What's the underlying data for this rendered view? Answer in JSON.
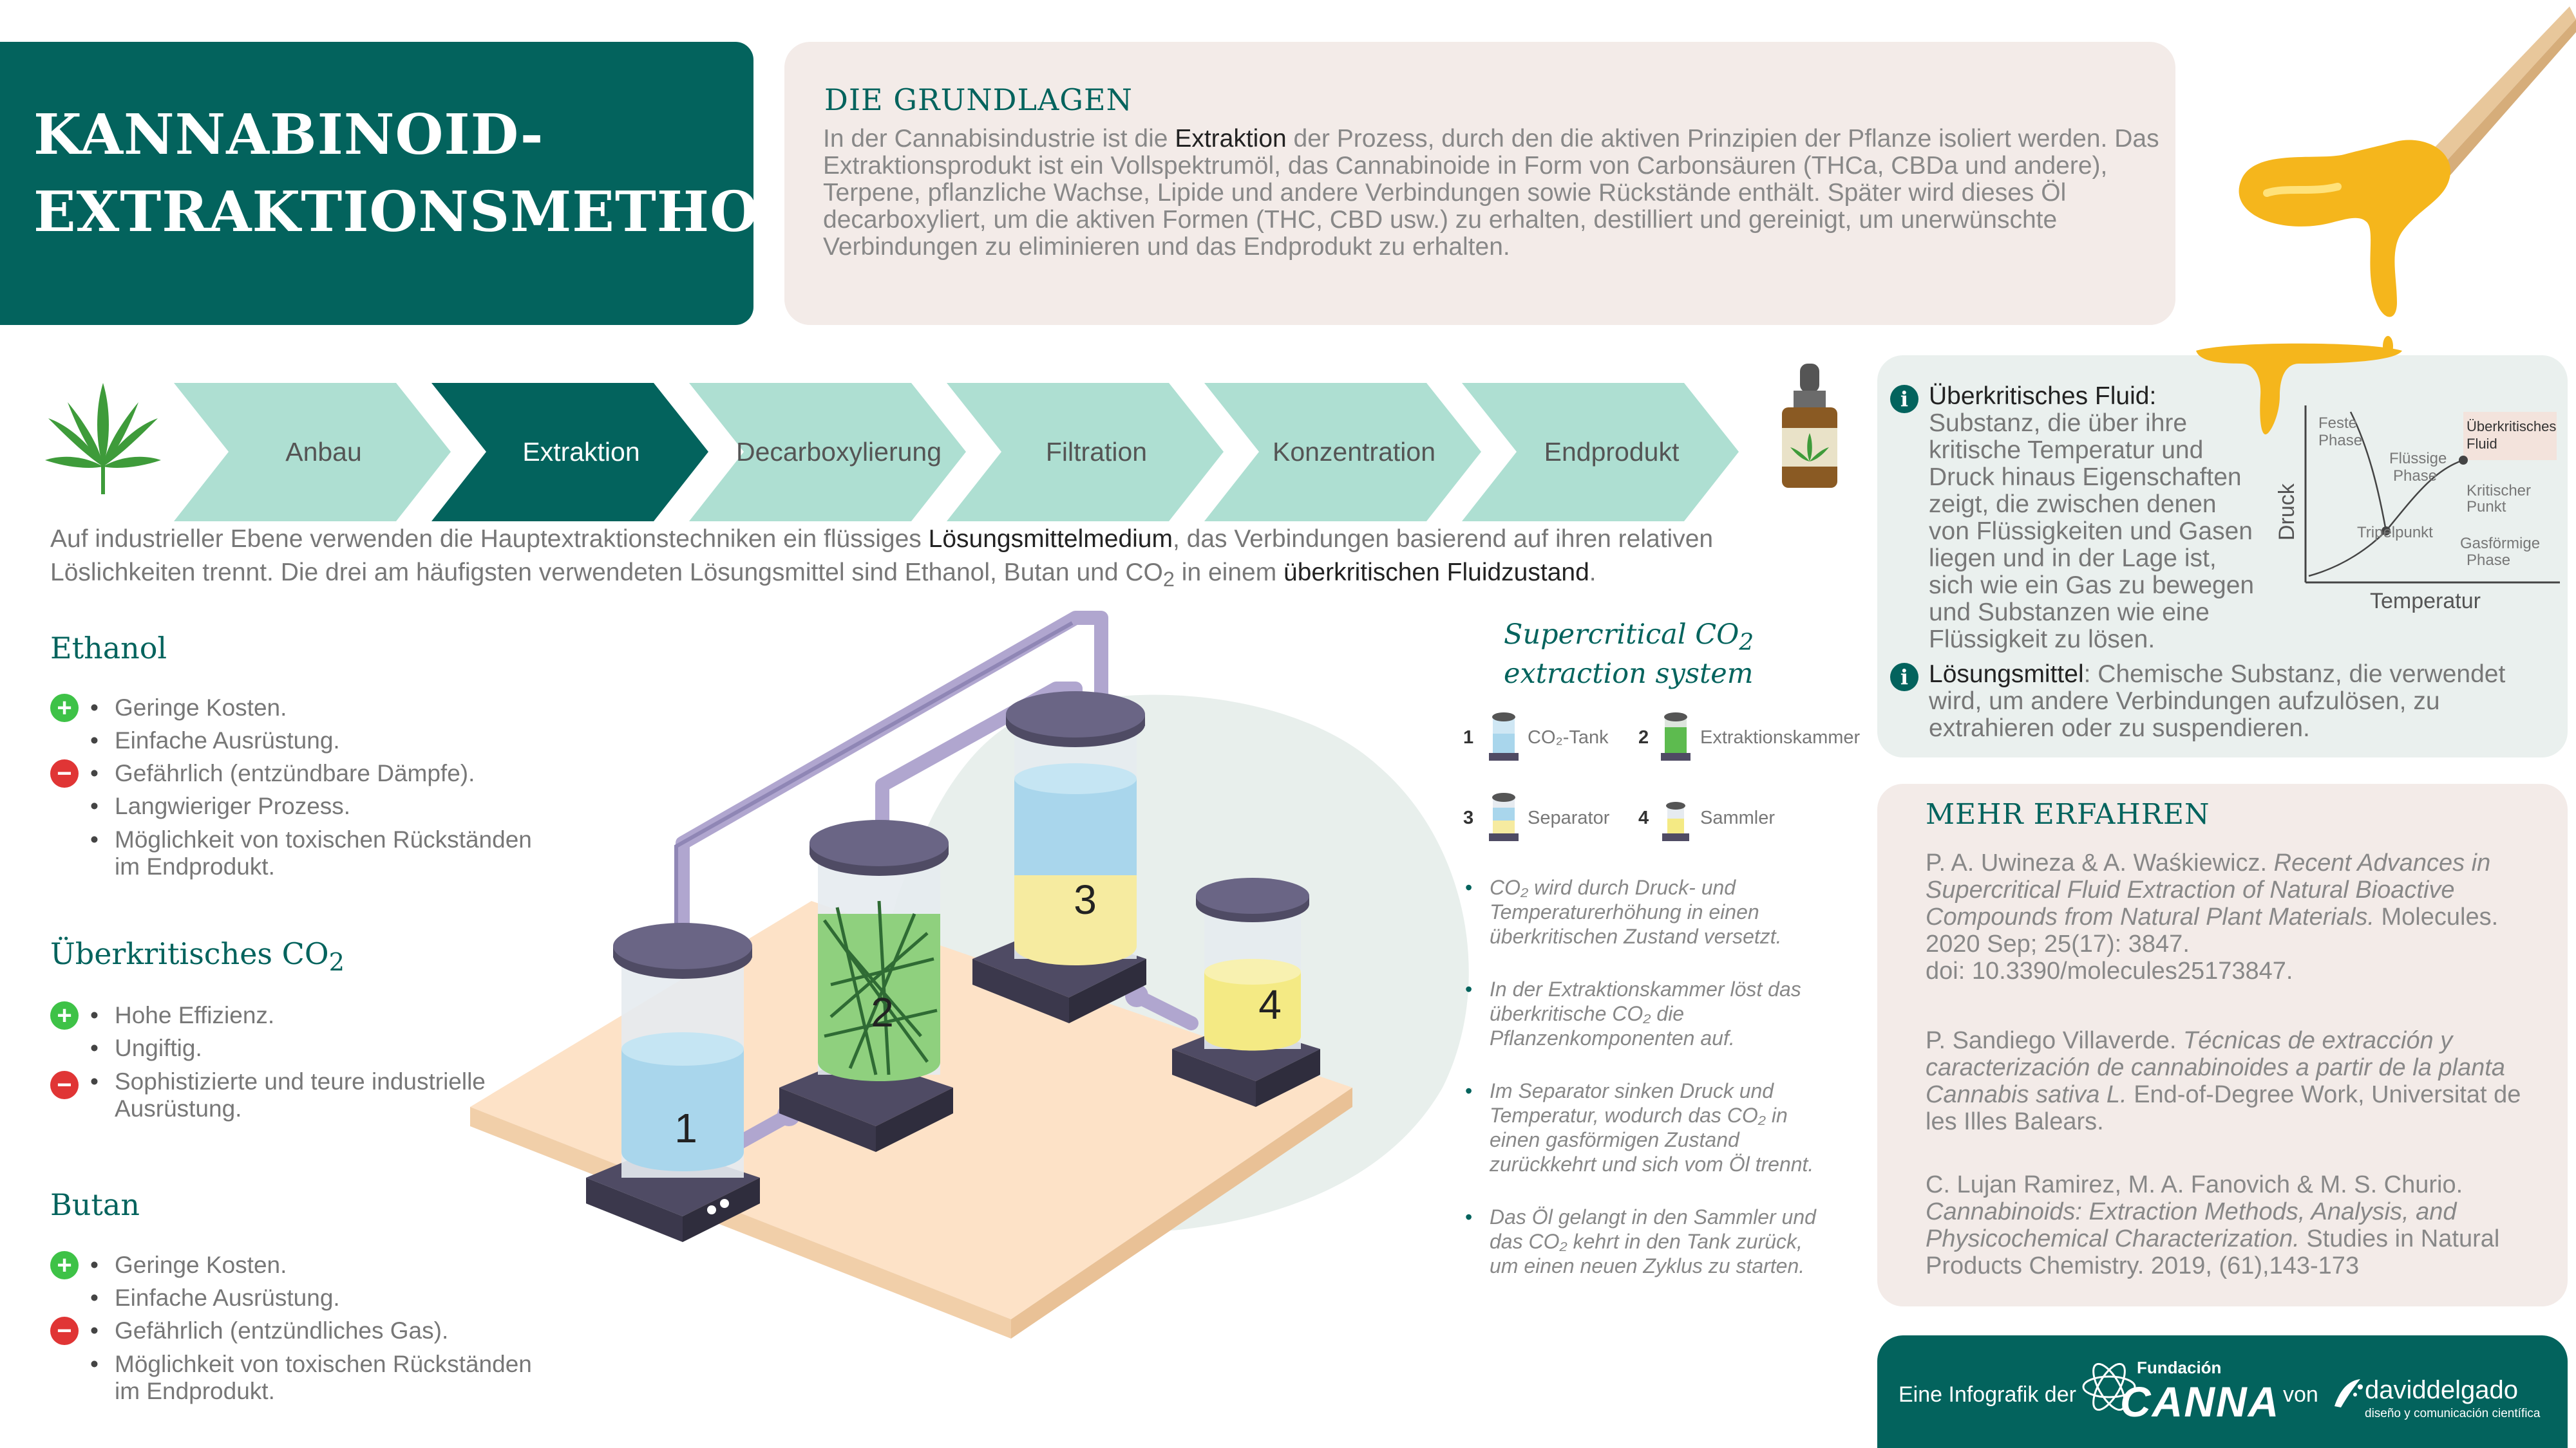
{
  "title": {
    "line1": "KANNABINOID-",
    "line2": "EXTRAKTIONSMETHODEN"
  },
  "basics": {
    "heading": "DIE GRUNDLAGEN",
    "text_before": "In der Cannabisindustrie ist die ",
    "text_bold": "Extraktion",
    "text_after": " der Prozess, durch den die aktiven Prinzipien der Pflanze isoliert werden. Das Extraktionsprodukt ist ein Vollspektrumöl, das Cannabinoide in Form von Carbonsäuren (THCa, CBDa und andere), Terpene, pflanzliche Wachse, Lipide und andere Verbindungen sowie Rückstände enthält. Später wird dieses Öl decarboxyliert, um die aktiven Formen (THC, CBD usw.) zu erhalten, destilliert und gereinigt, um unerwünschte Verbindungen zu eliminieren und das Endprodukt zu erhalten."
  },
  "process_steps": [
    {
      "label": "Anbau",
      "active": false
    },
    {
      "label": "Extraktion",
      "active": true
    },
    {
      "label": "Decarboxylierung",
      "active": false
    },
    {
      "label": "Filtration",
      "active": false
    },
    {
      "label": "Konzentration",
      "active": false
    },
    {
      "label": "Endprodukt",
      "active": false
    }
  ],
  "intro": {
    "p1": "Auf industrieller Ebene verwenden die Hauptextraktionstechniken ein flüssiges ",
    "b1": "Lösungsmittelmedium",
    "p2": ", das Verbindungen basierend auf ihren relativen Löslichkeiten trennt. Die drei am häufigsten verwendeten Lösungsmittel sind Ethanol, Butan und CO",
    "sub": "2",
    "p3": " in einem ",
    "b2": "überkritischen Fluidzustand",
    "p4": "."
  },
  "methods": {
    "ethanol": {
      "title": "Ethanol",
      "items": [
        {
          "badge": "plus",
          "text": "Geringe Kosten."
        },
        {
          "badge": "",
          "text": "Einfache Ausrüstung."
        },
        {
          "badge": "minus",
          "text": "Gefährlich (entzündbare Dämpfe)."
        },
        {
          "badge": "",
          "text": "Langwieriger Prozess."
        },
        {
          "badge": "",
          "text": "Möglichkeit von toxischen Rückständen im Endprodukt."
        }
      ]
    },
    "co2": {
      "title": "Überkritisches CO",
      "title_sub": "2",
      "items": [
        {
          "badge": "plus",
          "text": "Hohe Effizienz."
        },
        {
          "badge": "",
          "text": "Ungiftig."
        },
        {
          "badge": "minus",
          "text": "Sophistizierte und teure industrielle Ausrüstung."
        }
      ]
    },
    "butane": {
      "title": "Butan",
      "items": [
        {
          "badge": "plus",
          "text": "Geringe Kosten."
        },
        {
          "badge": "",
          "text": "Einfache Ausrüstung."
        },
        {
          "badge": "minus",
          "text": "Gefährlich (entzündliches Gas)."
        },
        {
          "badge": "",
          "text": "Möglichkeit von toxischen Rückständen im Endprodukt."
        }
      ]
    }
  },
  "apparatus": {
    "labels": [
      "1",
      "2",
      "3",
      "4"
    ]
  },
  "supercritical": {
    "title_line1": "Supercritical CO",
    "title_sub": "2",
    "title_line2": "extraction system",
    "legend": [
      {
        "num": "1",
        "label": "CO₂-Tank"
      },
      {
        "num": "2",
        "label": "Extraktionskammer"
      },
      {
        "num": "3",
        "label": "Separator"
      },
      {
        "num": "4",
        "label": "Sammler"
      }
    ],
    "bullets": [
      "CO₂ wird durch Druck- und Temperaturerhöhung in einen überkritischen Zustand versetzt.",
      "In der Extraktionskammer löst das überkritische CO₂ die Pflanzenkomponenten auf.",
      "Im Separator sinken Druck und Temperatur, wodurch das CO₂ in einen gasförmigen Zustand zurückkehrt und sich vom Öl trennt.",
      "Das Öl gelangt in den Sammler und das CO₂ kehrt in den Tank zurück, um einen neuen Zyklus zu starten."
    ]
  },
  "definitions": {
    "fluid": {
      "term": "Überkritisches Fluid",
      "text": "Substanz, die über ihre kritische Temperatur und Druck hinaus Eigenschaften zeigt, die zwischen denen von Flüssigkeiten und Gasen liegen und in der Lage ist, sich wie ein Gas zu bewegen und Substanzen wie eine Flüssigkeit zu lösen."
    },
    "solvent": {
      "term": "Lösungsmittel",
      "text": ": Chemische Substanz, die verwendet wird, um andere Verbindungen aufzulösen, zu extrahieren oder zu suspendieren."
    }
  },
  "phase_diagram": {
    "ylabel": "Druck",
    "xlabel": "Temperatur",
    "regions": {
      "solid_1": "Feste",
      "solid_2": "Phase",
      "liquid_1": "Flüssige",
      "liquid_2": "Phase",
      "gas_1": "Gasförmige",
      "gas_2": "Phase",
      "scf_1": "Überkritisches",
      "scf_2": "Fluid"
    },
    "points": {
      "triple": "Tripelpunkt",
      "critical_1": "Kritischer",
      "critical_2": "Punkt"
    }
  },
  "learn_more": {
    "heading": "MEHR ERFAHREN",
    "refs": [
      {
        "a": "P. A. Uwineza & A. Waśkiewicz. ",
        "i": "Recent Advances in Supercritical Fluid Extraction of Natural Bioactive Compounds from Natural Plant Materials.",
        "b": " Molecules. 2020 Sep; 25(17): 3847.",
        "c": "doi: 10.3390/molecules25173847."
      },
      {
        "a": "P. Sandiego Villaverde. ",
        "i": "Técnicas de extracción y caracterización de cannabinoides a partir de la planta Cannabis sativa L.",
        "b": " End-of-Degree Work, Universitat de les Illes Balears.",
        "c": ""
      },
      {
        "a": "C. Lujan Ramirez, M. A. Fanovich & M. S. Churio. ",
        "i": "Cannabinoids: Extraction Methods, Analysis, and Physicochemical Characterization.",
        "b": " Studies in Natural Products Chemistry. 2019, (61),143-173",
        "c": ""
      }
    ]
  },
  "credits": {
    "prefix": "Eine Infografik der",
    "org_small": "Fundación",
    "org_big": "CANNA",
    "von": "von",
    "author": "daviddelgado",
    "author_sub": "diseño y comunicación científica"
  },
  "colors": {
    "primary": "#03635d",
    "arrow_light": "#aedfd2",
    "plus": "#3ec247",
    "minus": "#e03535",
    "cream": "#f3ebe8"
  }
}
